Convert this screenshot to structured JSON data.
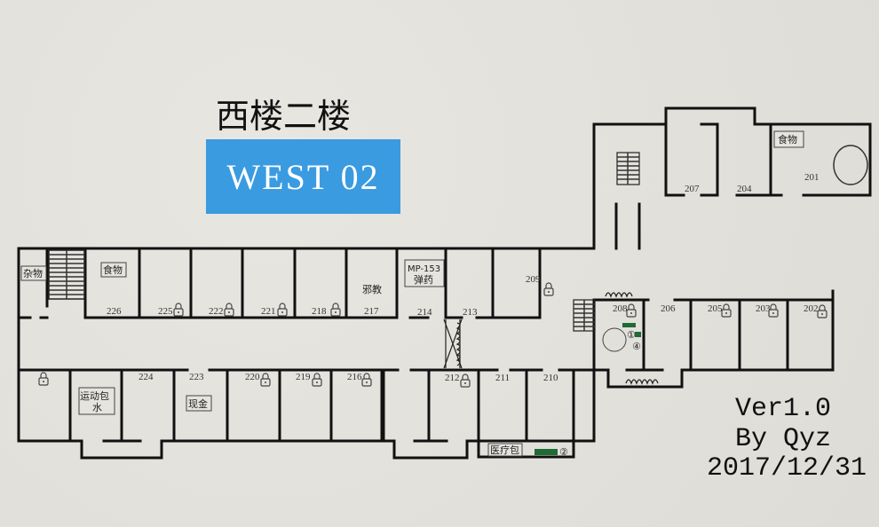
{
  "title": "西楼二楼",
  "badge": "WEST 02",
  "credits": {
    "version": "Ver1.0",
    "author": "By Qyz",
    "date": "2017/12/31"
  },
  "colors": {
    "badge": "#3a9be0",
    "marker": "#1e6b35"
  },
  "rooms": {
    "r226": "226",
    "r225": "225",
    "r222": "222",
    "r221": "221",
    "r218": "218",
    "r217": "217",
    "r214": "214",
    "r213": "213",
    "r209": "209",
    "r224": "224",
    "r223": "223",
    "r220": "220",
    "r219": "219",
    "r216": "216",
    "r212": "212",
    "r211": "211",
    "r210": "210",
    "r208": "208",
    "r206": "206",
    "r205": "205",
    "r203": "203",
    "r202": "202",
    "r207": "207",
    "r204": "204",
    "r201": "201"
  },
  "items": {
    "misc": "杂物",
    "food1": "食物",
    "cult": "邪教",
    "mp153_line1": "MP-153",
    "mp153_line2": "弹药",
    "sportsbag_line1": "运动包",
    "sportsbag_line2": "水",
    "cash": "现金",
    "medkit": "医疗包",
    "food2": "食物"
  },
  "markers": {
    "m1": "①",
    "m2": "②",
    "m4": "④"
  }
}
